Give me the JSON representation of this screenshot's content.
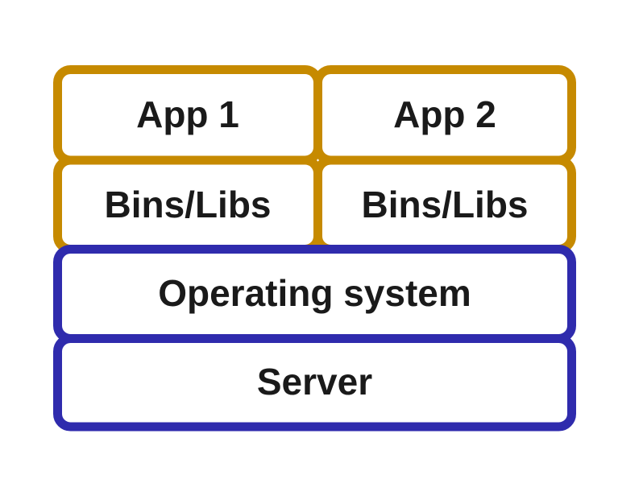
{
  "diagram": {
    "type": "stack-architecture-diagram",
    "colors": {
      "app_layer_border": "#C68A00",
      "infra_layer_border": "#2F2BAD",
      "box_fill": "#FFFFFF",
      "label_text": "#1A1A1A",
      "background": "#FFFFFF"
    },
    "boxes": {
      "app1": {
        "label": "App 1"
      },
      "app2": {
        "label": "App 2"
      },
      "bins_left": {
        "label": "Bins/Libs"
      },
      "bins_right": {
        "label": "Bins/Libs"
      },
      "os": {
        "label": "Operating system"
      },
      "server": {
        "label": "Server"
      }
    }
  }
}
